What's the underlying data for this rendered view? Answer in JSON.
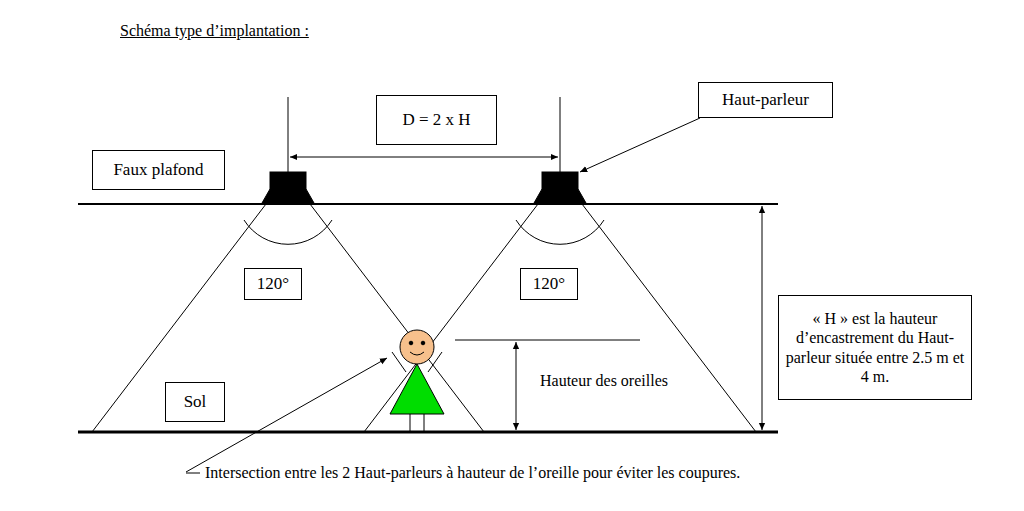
{
  "diagram": {
    "title": "Schéma type d’implantation :",
    "nodes": [
      {
        "text": [
          "D = 2 x H"
        ]
      },
      {
        "text": [
          "Haut-parleur"
        ]
      },
      {
        "text": [
          "Faux plafond"
        ]
      },
      {
        "text": [
          "120°"
        ]
      },
      {
        "text": [
          "120°"
        ]
      },
      {
        "text": [
          "« H » est la hauteur d’encastrement du Haut-parleur située entre 2.5 m et 4 m."
        ]
      },
      {
        "text": [
          "Sol"
        ]
      }
    ],
    "labels": [
      "Hauteur des oreilles",
      "Intersection entre les 2 Haut-parleurs à hauteur de l’oreille pour éviter les coupures."
    ]
  }
}
